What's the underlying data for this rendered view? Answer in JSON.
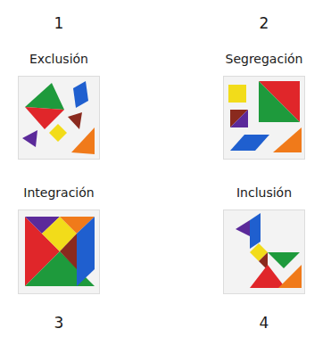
{
  "diagram": {
    "labels": [
      "1",
      "2",
      "Exclusión",
      "Segregación",
      "Integración",
      "Inclusión",
      "3",
      "4"
    ]
  }
}
